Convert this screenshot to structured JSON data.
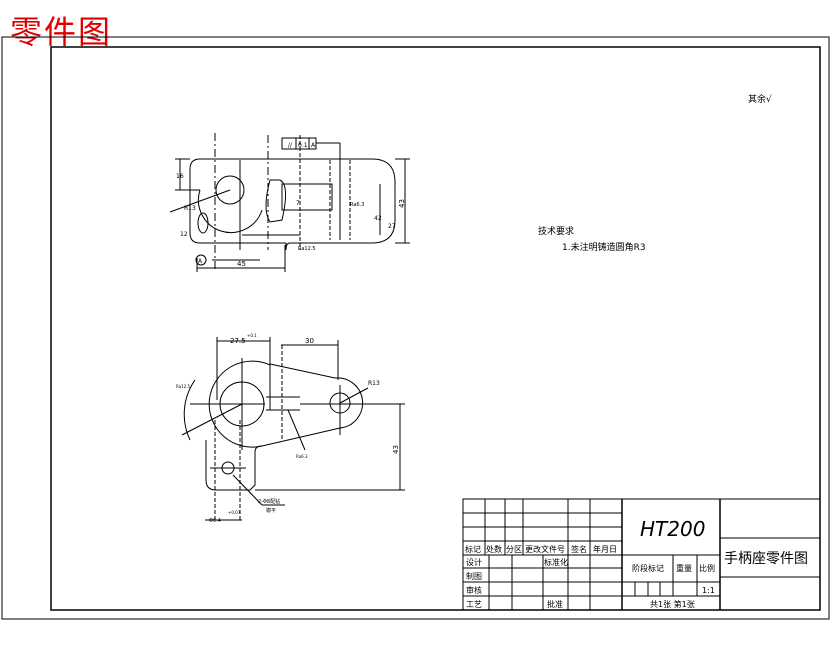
{
  "sheet_title": "零件图",
  "colors": {
    "title": "#e00000",
    "lines": "#000000",
    "background": "#ffffff"
  },
  "roughness_note": "其余√",
  "technical_requirements": {
    "heading": "技术要求",
    "items": [
      "1.未注明铸造圆角R3"
    ]
  },
  "top_view": {
    "tolerance_frame": [
      "//",
      "0.1",
      "A"
    ],
    "dimensions": [
      "45",
      "43",
      "R13",
      "16",
      "7",
      "42",
      "27",
      "12",
      "Ra6.3",
      "Ra12.5",
      "A"
    ]
  },
  "front_view": {
    "dimensions": [
      "27.5",
      "+0.1",
      "30",
      "43",
      "R13",
      "Ra12.5",
      "Φ6.4",
      "+0.07",
      "Ra6.3",
      "2-Φ8配钻",
      "锪平"
    ]
  },
  "title_block": {
    "material": "HT200",
    "part_name": "手柄座零件图",
    "header_labels": [
      "标记",
      "处数",
      "分区",
      "更改文件号",
      "签名",
      "年月日"
    ],
    "row_labels": [
      "设计",
      "制图",
      "审核",
      "工艺"
    ],
    "standardization": "标准化",
    "approval": "批准",
    "stage_mark": "阶段标记",
    "weight": "重量",
    "scale_label": "比例",
    "scale_value": "1:1",
    "sheets": "共1张 第1张"
  }
}
